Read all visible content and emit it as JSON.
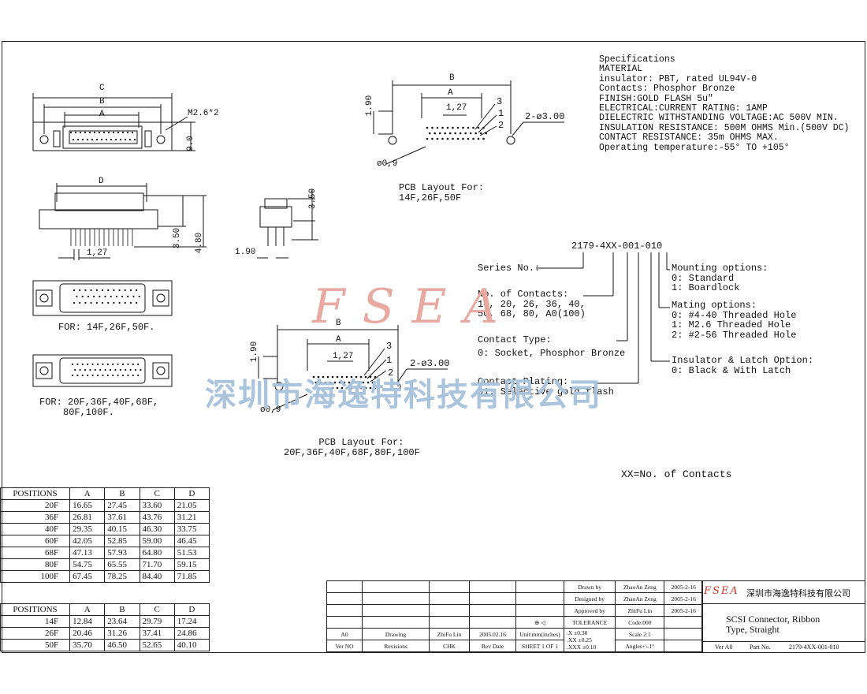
{
  "specs": {
    "lines": [
      "Specifications",
      "MATERIAL",
      "insulator: PBT, rated UL94V-0",
      "Contacts: Phosphor Bronze",
      "FINISH:GOLD FLASH 5u\"",
      "ELECTRICAL:CURRENT RATING: 1AMP",
      "DIELECTRIC WITHSTANDING VOLTAGE:AC 500V MIN.",
      "INSULATION RESISTANCE: 500M OHMS Min.(500V DC)",
      "CONTACT RESISTANCE: 35m OHMS MAX.",
      "Operating temperature:-55° TO +105°"
    ]
  },
  "dims": {
    "C": "C",
    "B": "B",
    "A": "A",
    "D": "D",
    "m26": "M2.6*2",
    "h90": "9.0",
    "d350": "3.50",
    "d480": "4.80",
    "p127": "1,27",
    "d190": "1.90",
    "hole": "2-ø3.00",
    "pin": "ø0,9",
    "n1": "1",
    "n2": "2",
    "n3": "3"
  },
  "labels": {
    "pcb_top": [
      "PCB Layout For:",
      "14F,26F,50F"
    ],
    "pcb_bottom": [
      "PCB Layout For:",
      "20F,36F,40F,68F,80F,100F"
    ],
    "for1": "FOR: 14F,26F,50F.",
    "for2": [
      "FOR:  20F,36F,40F,68F,",
      "80F,100F."
    ],
    "xx": "XX=No. of Contacts"
  },
  "part": {
    "code": "2179-4XX-001-010",
    "series": "Series No.:",
    "contacts": [
      "No. of Contacts:",
      "14, 20, 26, 36, 40,",
      "50, 68, 80, A0(100)"
    ],
    "contact_type": [
      "Contact Type:",
      "0: Socket, Phosphor Bronze"
    ],
    "plating": [
      "Contact Plating:",
      "01: Selective gold flash"
    ],
    "mounting": [
      "Mounting options:",
      "0: Standard",
      "1: Boardlock"
    ],
    "mating": [
      "Mating options:",
      "0: #4-40 Threaded Hole",
      "1: M2.6 Threaded Hole",
      "2: #2-56 Threaded Hole"
    ],
    "insulator": [
      "Insulator & Latch Option:",
      "0: Black & With Latch"
    ]
  },
  "watermark": {
    "logo": "FSEA",
    "company": "深圳市海逸特科技有限公司",
    "logo_color": "#e8a9a0",
    "company_color": "#a9c4dc"
  },
  "table1": {
    "headers": [
      "POSITIONS",
      "A",
      "B",
      "C",
      "D"
    ],
    "rows": [
      [
        "20F",
        "16.65",
        "27.45",
        "33.60",
        "21.05"
      ],
      [
        "36F",
        "26.81",
        "37.61",
        "43.76",
        "31.21"
      ],
      [
        "40F",
        "29.35",
        "40.15",
        "46.30",
        "33.75"
      ],
      [
        "60F",
        "42.05",
        "52.85",
        "59.00",
        "46.45"
      ],
      [
        "68F",
        "47.13",
        "57.93",
        "64.80",
        "51.53"
      ],
      [
        "80F",
        "54.75",
        "65.55",
        "71.70",
        "59.15"
      ],
      [
        "100F",
        "67.45",
        "78.25",
        "84.40",
        "71.85"
      ]
    ]
  },
  "table2": {
    "headers": [
      "POSITIONS",
      "A",
      "B",
      "C",
      "D"
    ],
    "rows": [
      [
        "14F",
        "12.84",
        "23.64",
        "29.79",
        "17.24"
      ],
      [
        "26F",
        "20.46",
        "31.26",
        "37.41",
        "24.86"
      ],
      [
        "50F",
        "35.70",
        "46.50",
        "52.65",
        "40.10"
      ]
    ]
  },
  "titleblock": {
    "drawn_label": "Drawn  by",
    "drawn_name": "ZhaoAn Zeng",
    "drawn_date": "2005-2-16",
    "designed_label": "Designed by",
    "designed_name": "ZhaoAn Zeng",
    "designed_date": "2005-2-16",
    "approved_label": "Approved by",
    "approved_name": "ZhiFu Lin",
    "approved_date": "2005-2-16",
    "tolerance": "TOLERANCE",
    "code": "Code:000",
    "tol_x": ".X      ±0.30",
    "tol_xx": ".XX     ±0.25",
    "tol_xxx": ".XXX    ±0.10",
    "scale": "Scale 2:1",
    "angles": "Angles+\\-1°",
    "rev": "A0",
    "drawing": "Drawing",
    "chk_name": "ZhiFu Lin",
    "rev_date_val": "2005.02.16",
    "units": "Unit:mm(inches)",
    "verno": "Ver NO",
    "revisions": "Revisions",
    "chk": "CHK",
    "revdate": "Rev Date",
    "sheet": "SHEET 1  OF 1",
    "company": "深圳市海逸特科技有限公司",
    "logo": "FSEA",
    "title": [
      "SCSI Connector, Ribbon",
      "Type, Straight"
    ],
    "ver": "Ver A0",
    "partno_label": "Part No.",
    "partno": "2179-4XX-001-010"
  }
}
